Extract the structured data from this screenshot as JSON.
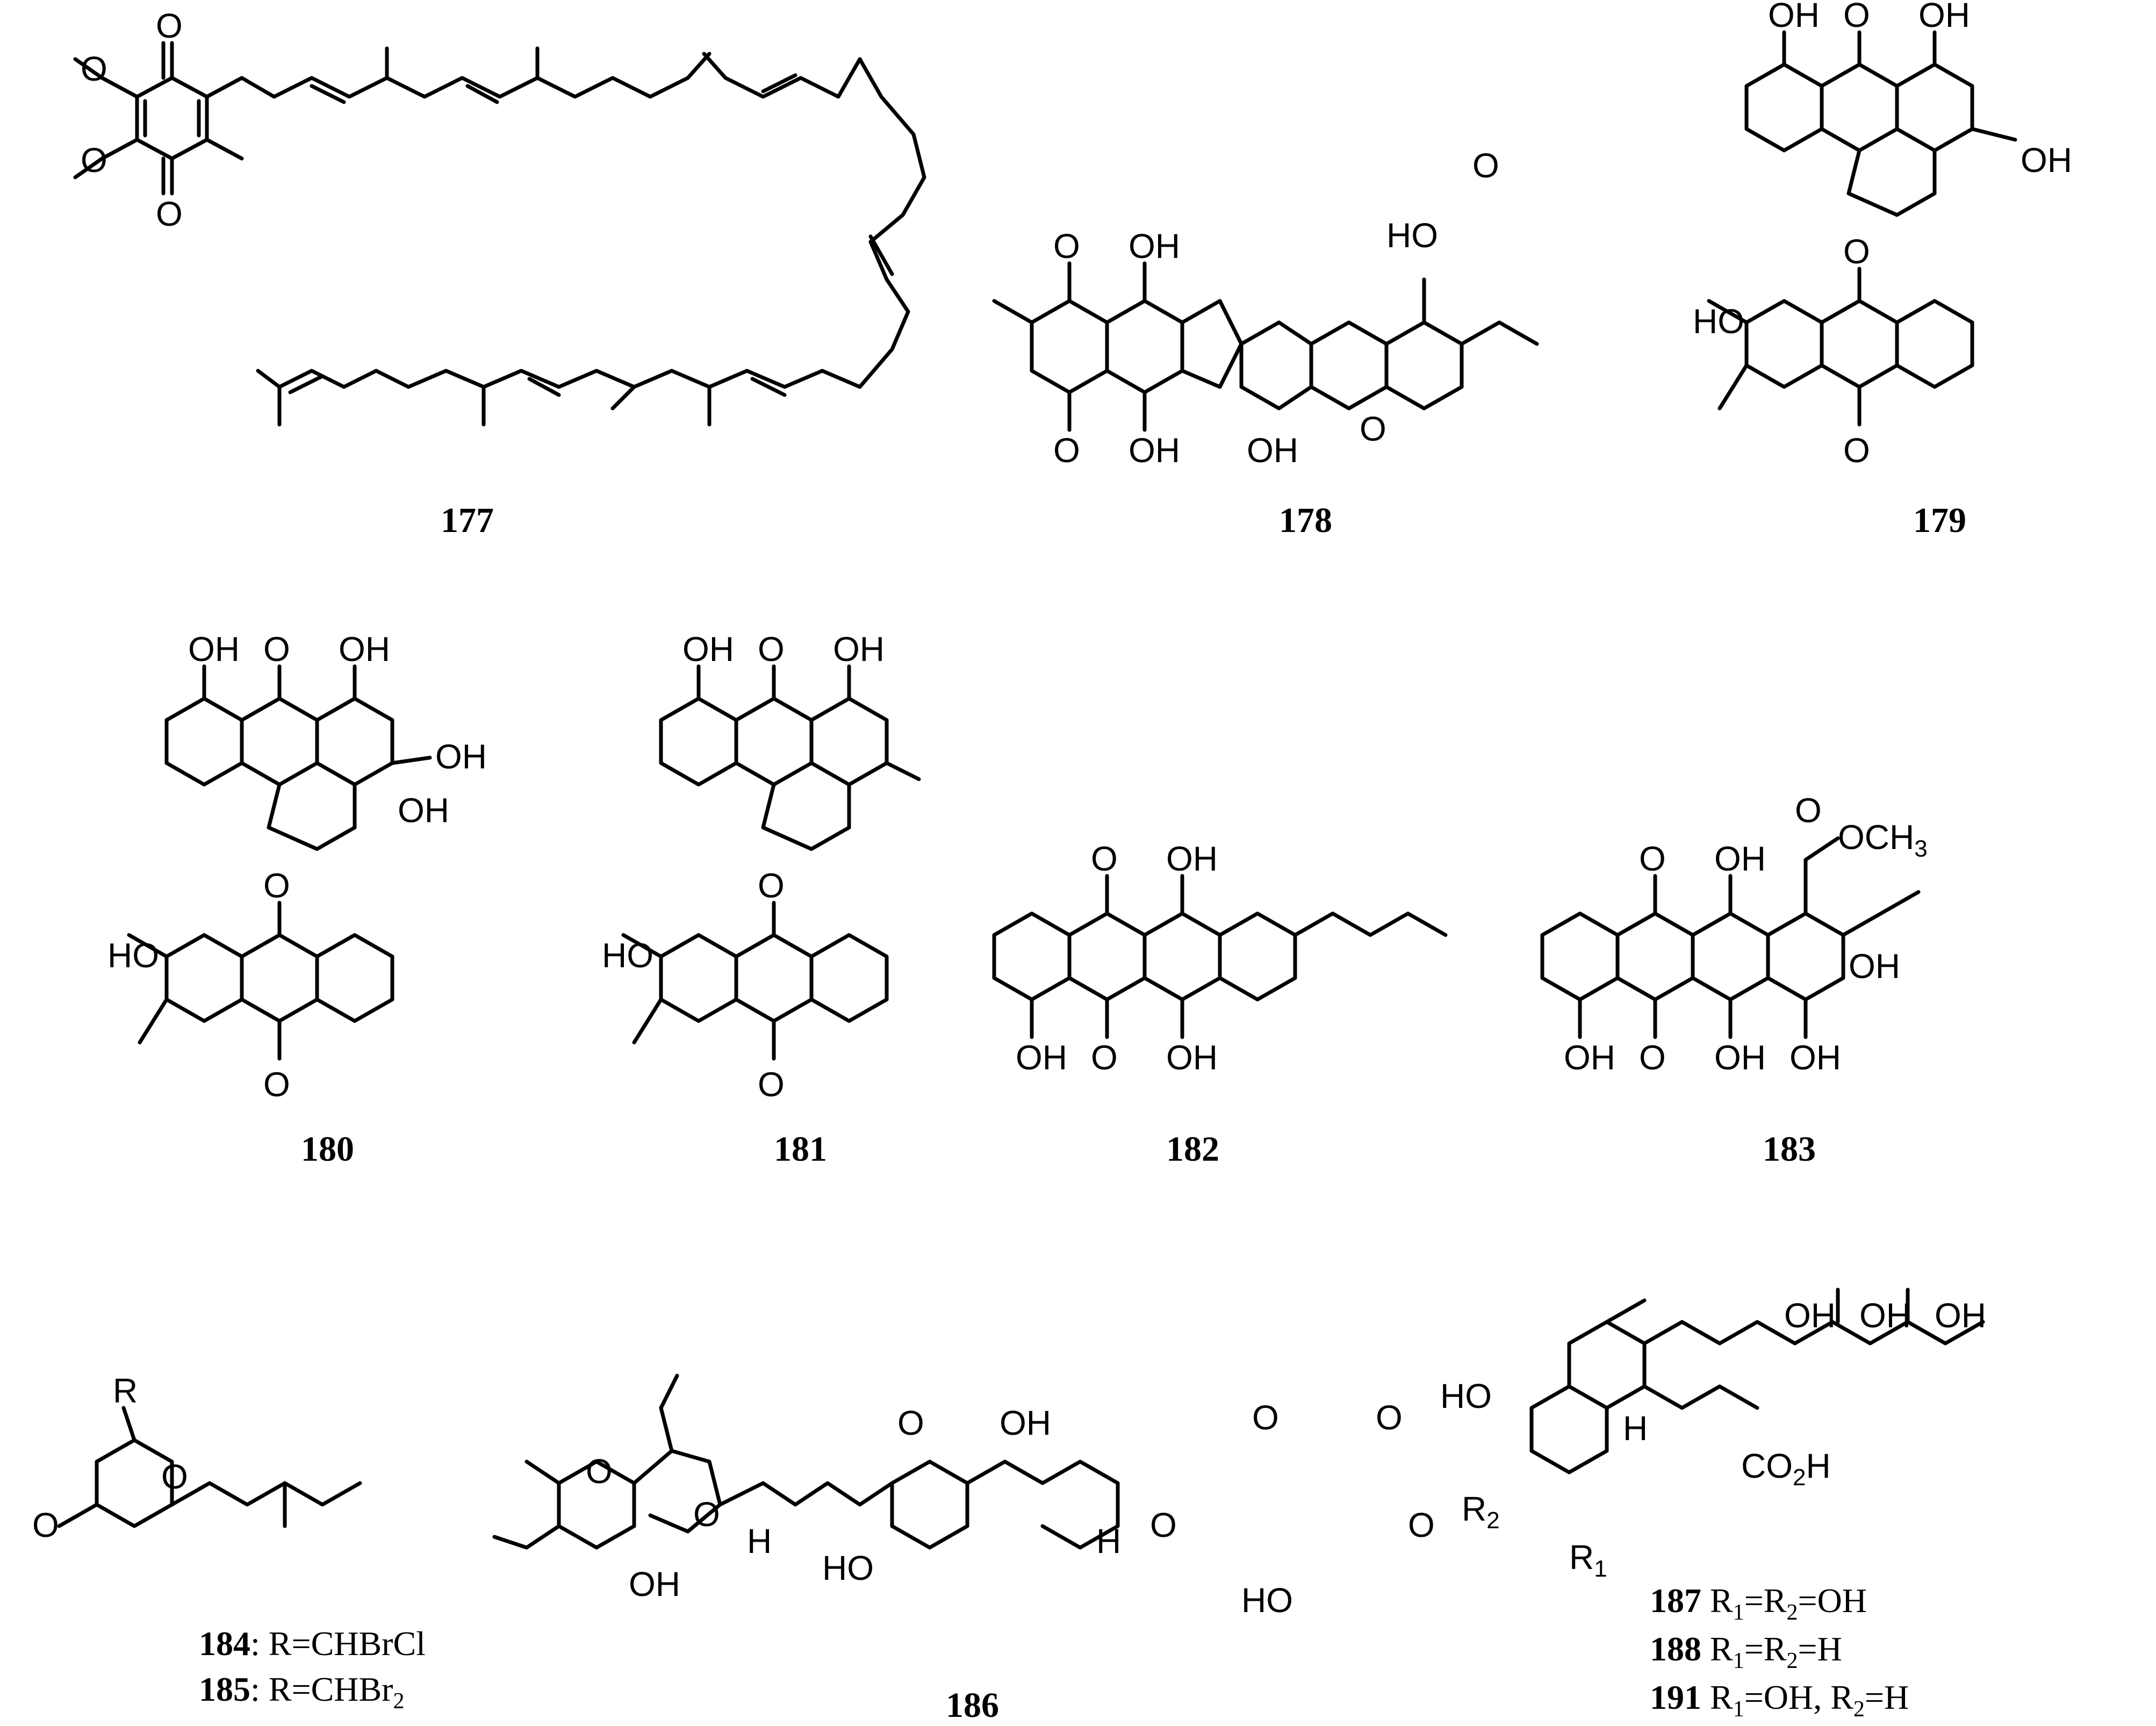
{
  "figure": {
    "compounds": [
      {
        "id": "c177",
        "number": "177"
      },
      {
        "id": "c178",
        "number": "178"
      },
      {
        "id": "c179",
        "number": "179"
      },
      {
        "id": "c180",
        "number": "180"
      },
      {
        "id": "c181",
        "number": "181"
      },
      {
        "id": "c182",
        "number": "182"
      },
      {
        "id": "c183",
        "number": "183"
      },
      {
        "id": "c186",
        "number": "186"
      }
    ],
    "substituent_lines": [
      {
        "number": "184",
        "text": ": R=CHBrCl"
      },
      {
        "number": "185",
        "text": ": R=CHBr",
        "sub": "2"
      },
      {
        "number": "187",
        "text": " R",
        "sub1": "1",
        "mid": "=R",
        "sub2": "2",
        "tail": "=OH"
      },
      {
        "number": "188",
        "text": " R",
        "sub1": "1",
        "mid": "=R",
        "sub2": "2",
        "tail": "=H"
      },
      {
        "number": "191",
        "text": " R",
        "sub1": "1",
        "mid": "=OH, R",
        "sub2": "2",
        "tail": "=H"
      }
    ],
    "atom_labels": {
      "O": "O",
      "OH": "OH",
      "HO": "HO",
      "H": "H",
      "R": "R",
      "OCH3": "OCH",
      "OCH3_sub": "3",
      "CO2H": "CO",
      "CO2H_sub": "2",
      "CO2H_tail": "H",
      "R1": "R",
      "R1_sub": "1",
      "R2": "R",
      "R2_sub": "2"
    }
  }
}
